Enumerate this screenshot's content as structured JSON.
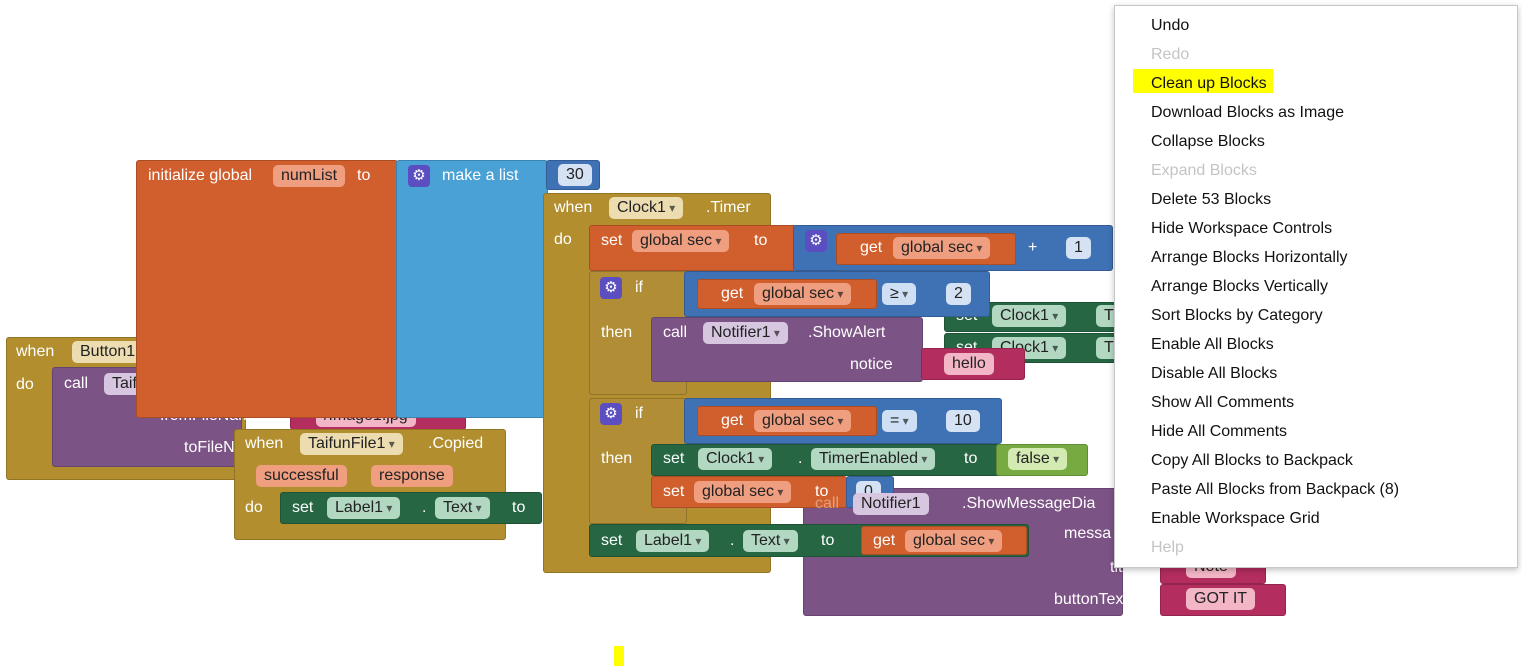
{
  "blocks": {
    "button_event": {
      "when": "when",
      "component": "Button1",
      "do": "do",
      "call": "call",
      "component2": "Taifu",
      "param1": "fromFileName",
      "param1_value": "/Image1.jpg",
      "param2": "toFileN"
    },
    "init_global": {
      "label": "initialize global",
      "name": "numList",
      "to": "to",
      "make_list": "make a list",
      "value": "30"
    },
    "clock_event": {
      "when": "when",
      "component": "Clock1",
      "event": ".Timer",
      "do": "do"
    },
    "set_sec": {
      "set": "set",
      "var": "global sec",
      "to": "to",
      "get": "get",
      "get_var": "global sec",
      "op": "+",
      "value": "1"
    },
    "if1": {
      "if": "if",
      "get": "get",
      "var": "global sec",
      "op": "≥",
      "value": "2",
      "then": "then",
      "call": "call",
      "component": "Notifier1",
      "method": ".ShowAlert",
      "notice": "notice",
      "text": "hello"
    },
    "if2": {
      "if": "if",
      "get": "get",
      "var": "global sec",
      "op": "=",
      "value": "10",
      "then": "then",
      "set": "set",
      "component": "Clock1",
      "dot": ".",
      "prop": "TimerEnabled",
      "to": "to",
      "bool": "false",
      "set2": "set",
      "var2": "global sec",
      "to2": "to",
      "value2": "0"
    },
    "set_label": {
      "set": "set",
      "component": "Label1",
      "dot": ".",
      "prop": "Text",
      "to": "to",
      "get": "get",
      "var": "global sec"
    },
    "clock_sets": {
      "set": "set",
      "component": "Clock1",
      "prop": "T"
    },
    "copied_event": {
      "when": "when",
      "component": "TaifunFile1",
      "event": ".Copied",
      "param1": "successful",
      "param2": "response",
      "do": "do",
      "set": "set",
      "label": "Label1",
      "dot": ".",
      "prop": "Text",
      "to": "to"
    },
    "message_dialog": {
      "call": "call",
      "component": "Notifier1",
      "method": ".ShowMessageDia",
      "message": "messa",
      "title": "title",
      "title_value": "Note",
      "button": "buttonText",
      "button_value": "GOT IT"
    }
  },
  "context_menu": [
    {
      "label": "Undo",
      "disabled": false
    },
    {
      "label": "Redo",
      "disabled": true
    },
    {
      "label": "Clean up Blocks",
      "disabled": false
    },
    {
      "label": "Download Blocks as Image",
      "disabled": false
    },
    {
      "label": "Collapse Blocks",
      "disabled": false
    },
    {
      "label": "Expand Blocks",
      "disabled": true
    },
    {
      "label": "Delete 53 Blocks",
      "disabled": false
    },
    {
      "label": "Hide Workspace Controls",
      "disabled": false
    },
    {
      "label": "Arrange Blocks Horizontally",
      "disabled": false
    },
    {
      "label": "Arrange Blocks Vertically",
      "disabled": false
    },
    {
      "label": "Sort Blocks by Category",
      "disabled": false
    },
    {
      "label": "Enable All Blocks",
      "disabled": false
    },
    {
      "label": "Disable All Blocks",
      "disabled": false
    },
    {
      "label": "Show All Comments",
      "disabled": false
    },
    {
      "label": "Hide All Comments",
      "disabled": false
    },
    {
      "label": "Copy All Blocks to Backpack",
      "disabled": false
    },
    {
      "label": "Paste All Blocks from Backpack (8)",
      "disabled": false
    },
    {
      "label": "Enable Workspace Grid",
      "disabled": false
    },
    {
      "label": "Help",
      "disabled": true
    }
  ],
  "colors": {
    "event": "#b28e2e",
    "variable": "#d05f2d",
    "list": "#4aa1d6",
    "math": "#3f71b5",
    "control": "#b18e35",
    "component_set": "#266643",
    "method": "#7c5385",
    "text": "#b32d5e",
    "logic": "#77ab41",
    "highlight": "#ffff00"
  }
}
